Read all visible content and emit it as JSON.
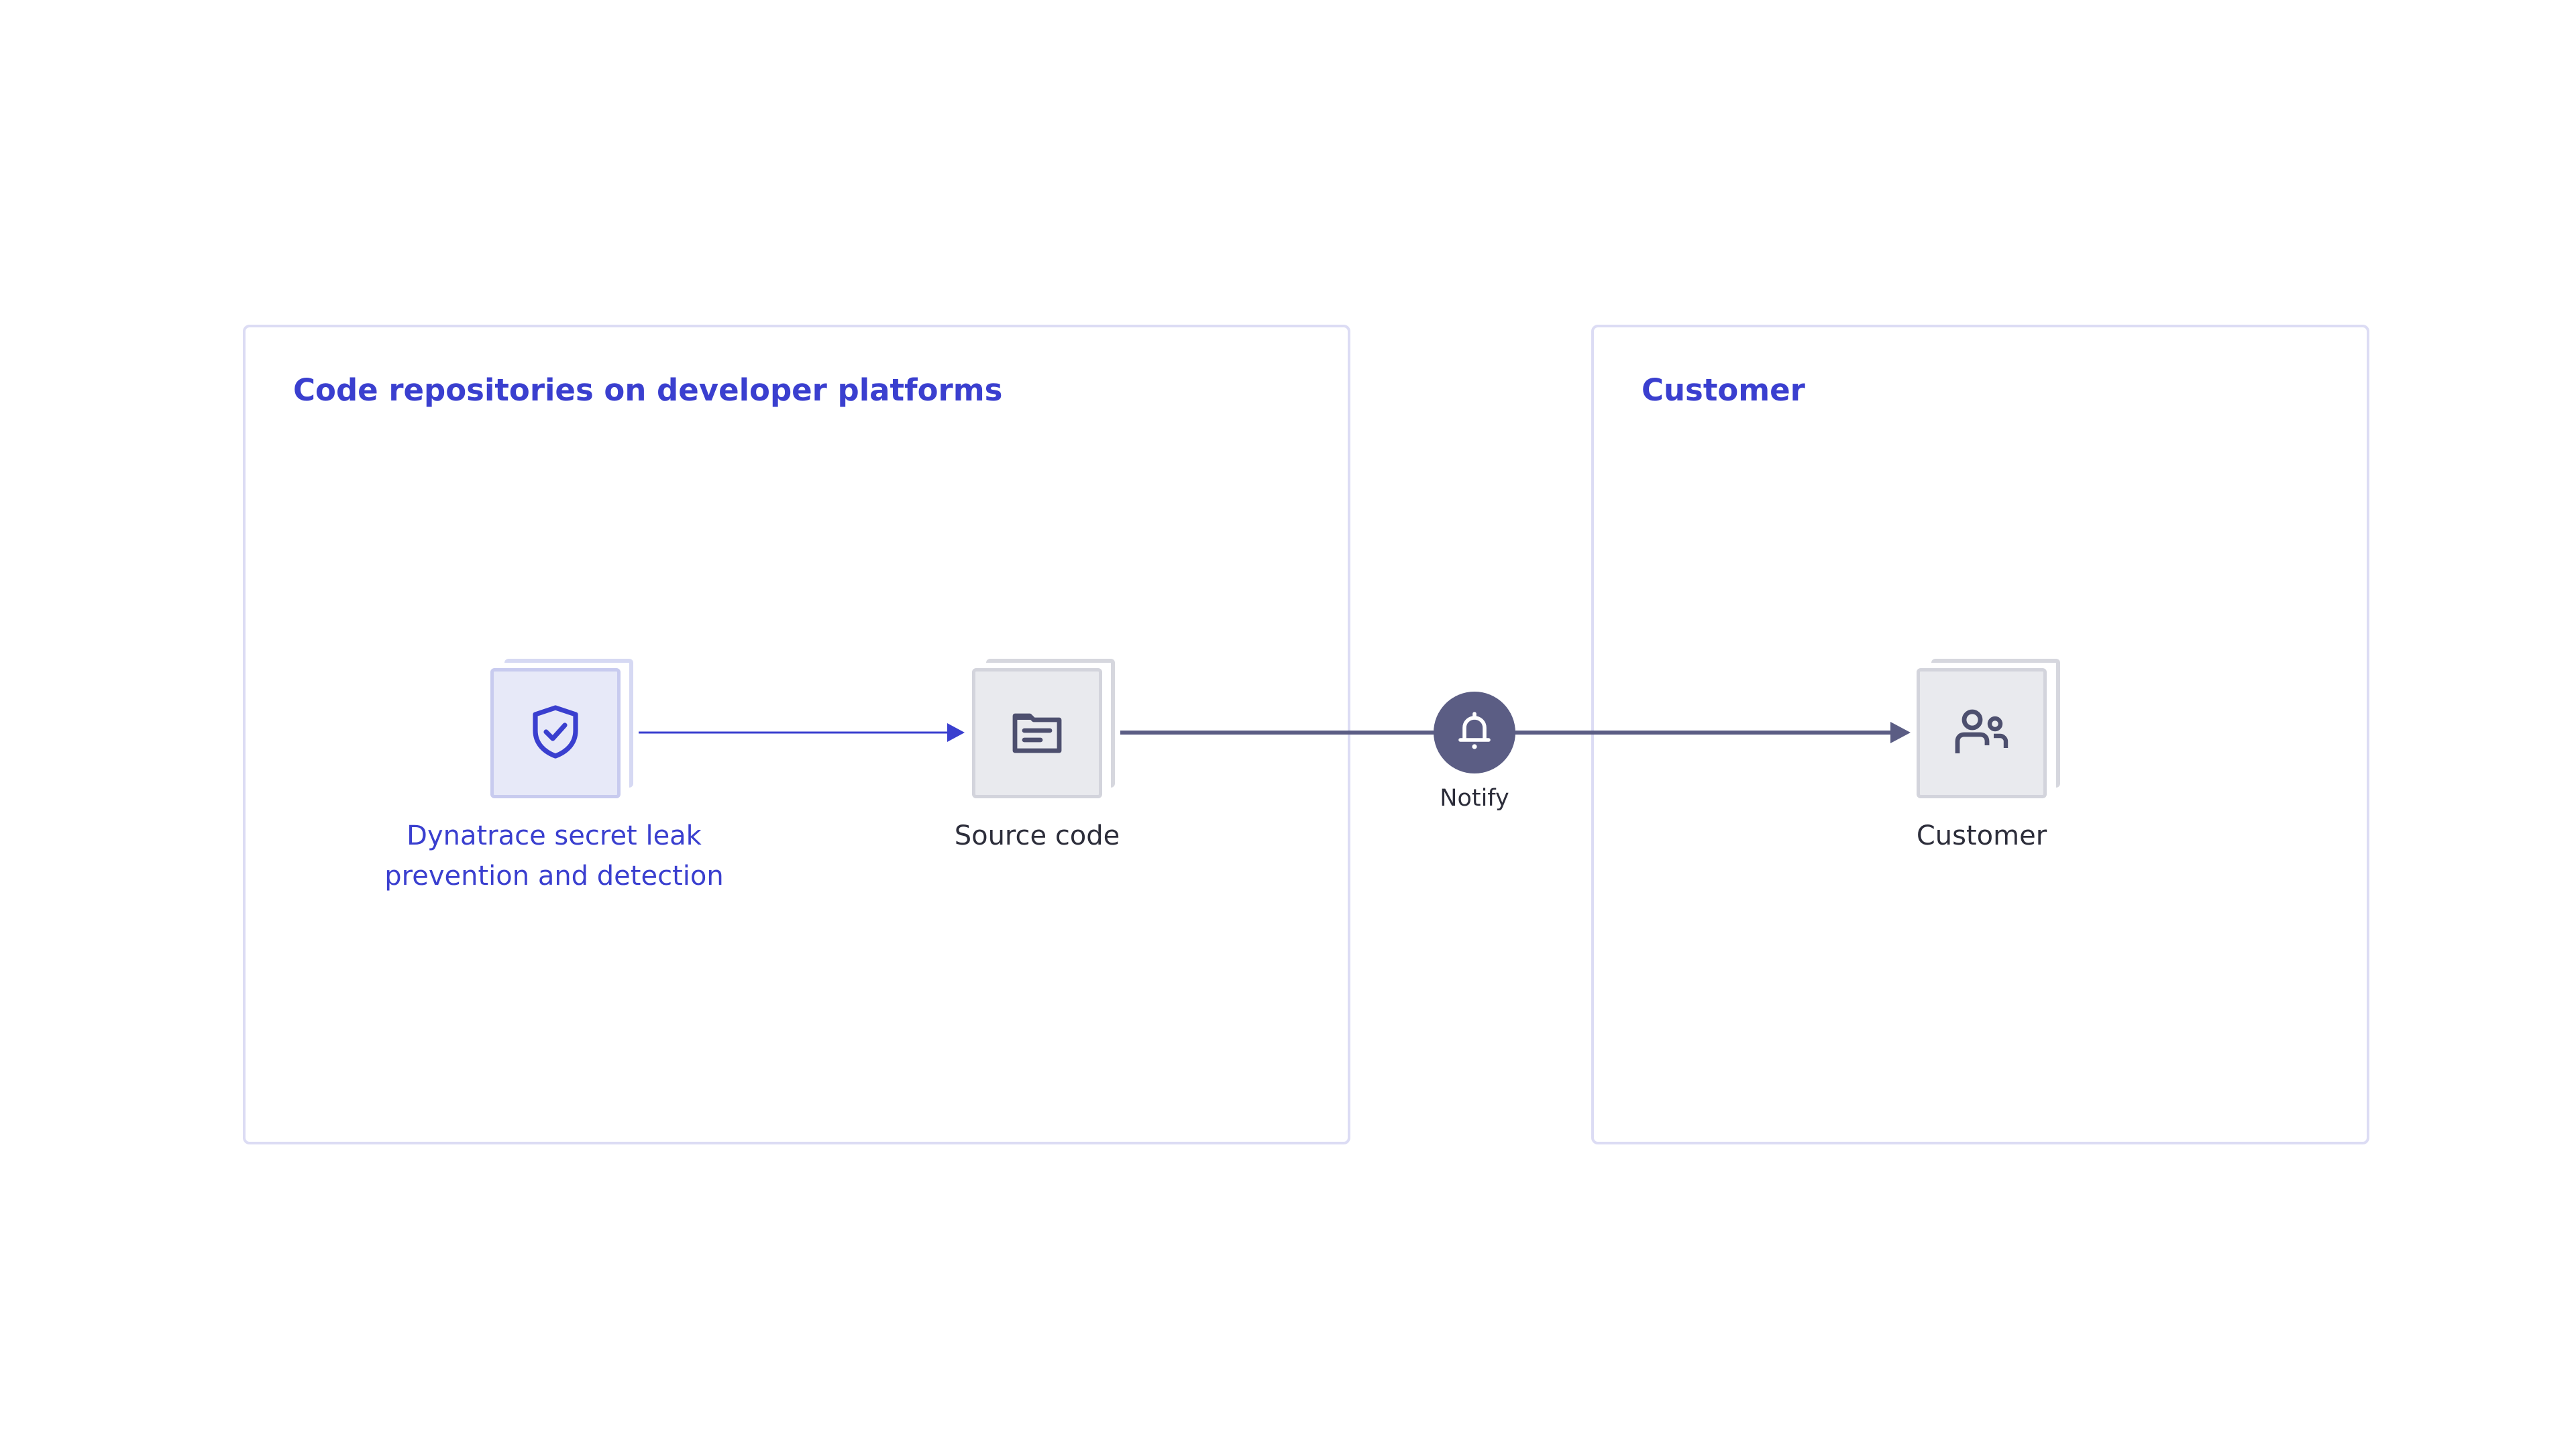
{
  "groups": {
    "platforms": {
      "title": "Code repositories on developer platforms"
    },
    "customer": {
      "title": "Customer"
    }
  },
  "nodes": {
    "dynatrace": {
      "line1": "Dynatrace secret leak",
      "line2": "prevention and detection",
      "icon": "shield-check-icon"
    },
    "source": {
      "label": "Source code",
      "icon": "folder-document-icon"
    },
    "customer": {
      "label": "Customer",
      "icon": "users-icon"
    }
  },
  "notify": {
    "label": "Notify",
    "icon": "bell-icon"
  },
  "colors": {
    "accent": "#3a3fcf",
    "connector": "#5b5d84",
    "box_border": "#dcdcf4",
    "node_fill": "#e9eaee",
    "node_fill_accent": "#e7e9f8"
  }
}
